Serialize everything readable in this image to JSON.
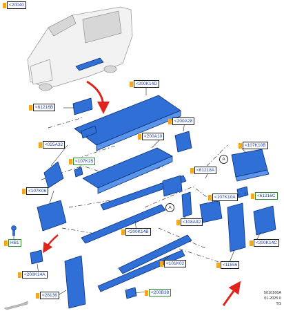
{
  "callouts": {
    "c20040": "<20040",
    "c200K14D": "<200K14D",
    "c61216B": "<61216B",
    "c200A28": "<200A28",
    "c025A32": "<025A32",
    "c200A10": "<200A10",
    "c107K10B": "<107K10B",
    "c107K25": "<107K25",
    "c61218A": "<61218A",
    "c107K06": "<107K06",
    "c107K10A": "<107K10A",
    "c61216C": "<61216C",
    "c108A92": "<108A92",
    "c200K14B": "<200K14B",
    "c200K14C": "<200K14C",
    "c101K02": "<101K02",
    "c11556": "<11556",
    "cHB1": "HB1",
    "c200K14A": "<200K14A",
    "c28136": "<28136",
    "c200B38": "<200B38"
  },
  "markers": {
    "a1": "A",
    "a2": "A"
  },
  "footer": {
    "line1": "5010166A",
    "line2": "01-2025 0",
    "line3": "TG"
  },
  "colors": {
    "part_fill": "#2f6fd6",
    "callout_marker": "#f5a623",
    "callout_text": "#1c3fa8",
    "arrow": "#e0241b"
  }
}
